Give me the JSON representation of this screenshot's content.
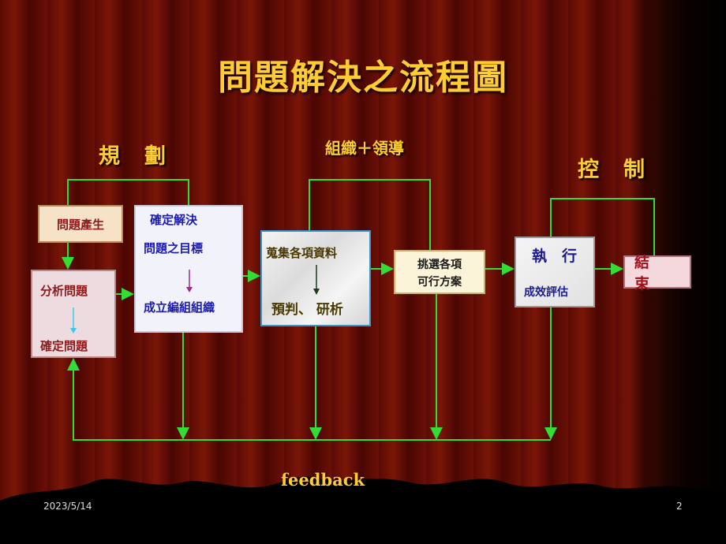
{
  "title": "問題解決之流程圖",
  "sections": {
    "plan": "規　劃",
    "organize": "組織＋領導",
    "control": "控　制"
  },
  "boxes": {
    "problem_arises": "問題產生",
    "analyze_top": "分析問題",
    "analyze_bottom": "確定問題",
    "goal_line1": "確定解決",
    "goal_line2": "問題之目標",
    "goal_line3": "成立編組組織",
    "collect_top": "蒐集各項資料",
    "collect_bottom": "預判、 研析",
    "choose_line1": "挑選各項",
    "choose_line2": "可行方案",
    "execute_top": "執　行",
    "execute_bottom": "成效評估",
    "end": "結　束"
  },
  "feedback": "feedback",
  "footer": {
    "date": "2023/5/14",
    "page": "2"
  },
  "colors": {
    "title": "#ffcc33",
    "connector": "#33dd33",
    "background": "#5a0a04"
  }
}
